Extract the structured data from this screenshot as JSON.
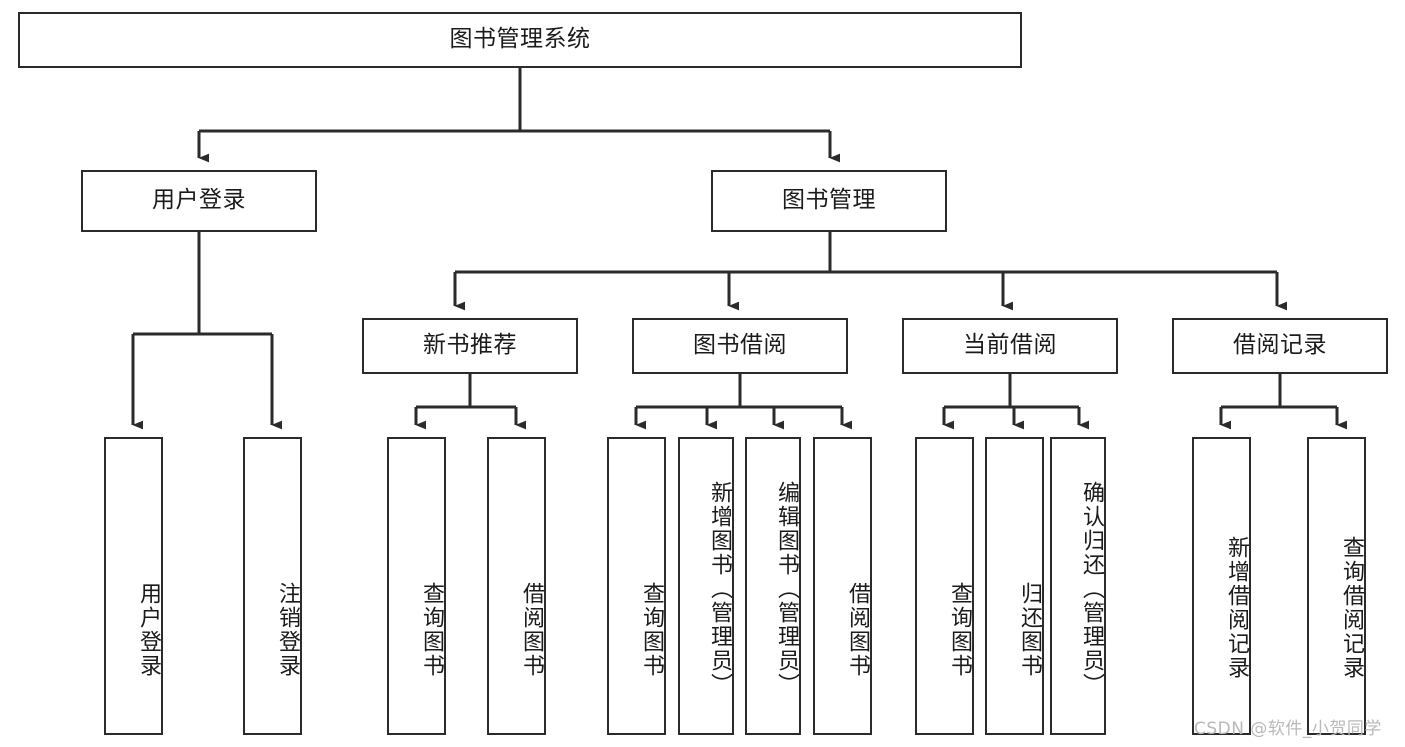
{
  "diagram": {
    "type": "tree-hierarchy",
    "title": "图书管理系统",
    "orientation": "top-down",
    "colors": {
      "box_border": "#2b2b2b",
      "box_fill": "#ffffff",
      "connector": "#2b2b2b",
      "text": "#1b1b1b",
      "watermark": "#b9b9b9"
    }
  },
  "root": {
    "label": "图书管理系统"
  },
  "level2": [
    {
      "label": "用户登录"
    },
    {
      "label": "图书管理"
    }
  ],
  "level3": [
    {
      "label": "新书推荐"
    },
    {
      "label": "图书借阅"
    },
    {
      "label": "当前借阅"
    },
    {
      "label": "借阅记录"
    }
  ],
  "leaves": {
    "user_login": [
      {
        "label": "用户登录"
      },
      {
        "label": "注销登录"
      }
    ],
    "new_book_recommend": [
      {
        "label": "查询图书"
      },
      {
        "label": "借阅图书"
      }
    ],
    "book_borrow": [
      {
        "label": "查询图书"
      },
      {
        "label": "新增图书（管理员）"
      },
      {
        "label": "编辑图书（管理员）"
      },
      {
        "label": "借阅图书"
      }
    ],
    "current_borrow": [
      {
        "label": "查询图书"
      },
      {
        "label": "归还图书"
      },
      {
        "label": "确认归还（管理员）"
      }
    ],
    "borrow_record": [
      {
        "label": "新增借阅记录"
      },
      {
        "label": "查询借阅记录"
      }
    ]
  },
  "watermark": {
    "text": "CSDN @软件_小贺同学"
  }
}
